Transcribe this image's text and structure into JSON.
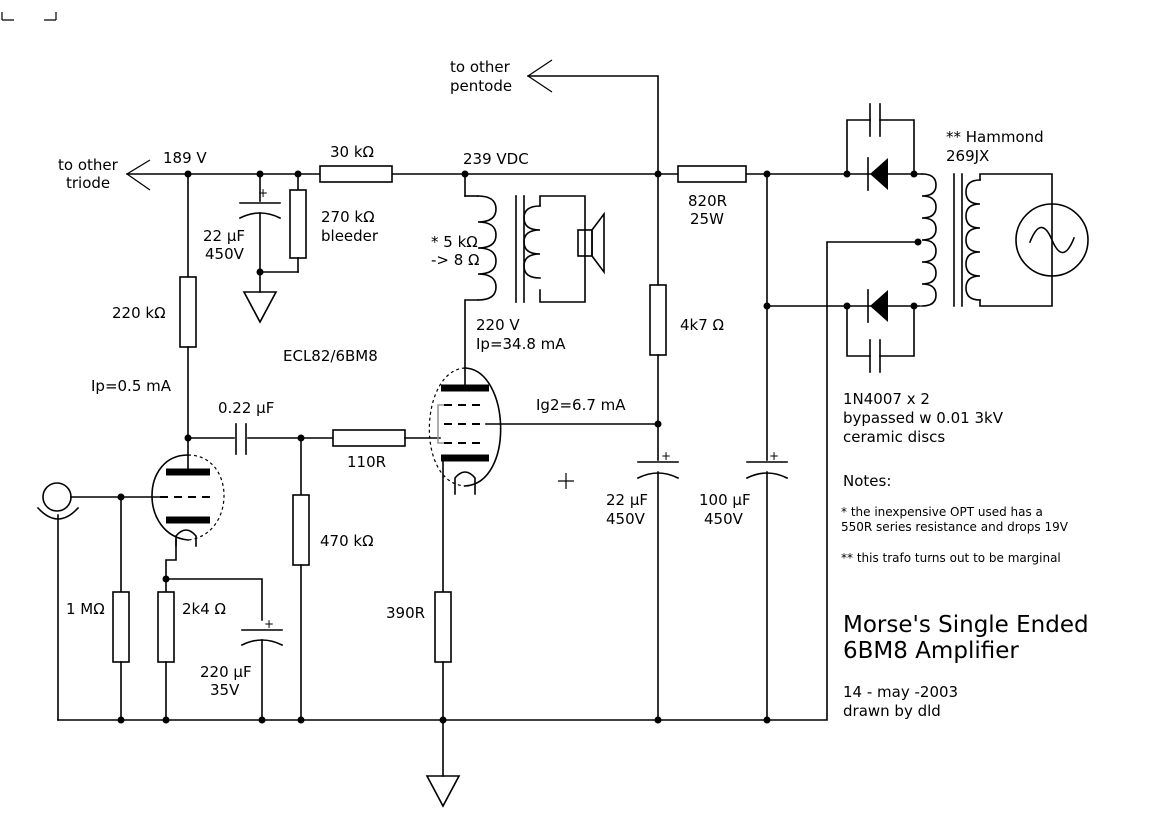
{
  "labels": {
    "to_other_pentode_1": "to other",
    "to_other_pentode_2": "pentode",
    "to_other_triode_1": "to other",
    "to_other_triode_2": "triode",
    "v189": "189 V",
    "r30k": "30 kΩ",
    "v239": "239 VDC",
    "r820": "820R",
    "w25": "25W",
    "hammond_1": "** Hammond",
    "hammond_2": "269JX",
    "c22_1": "22 µF",
    "c22_1v": "450V",
    "r270k": "270 kΩ",
    "bleeder": "bleeder",
    "opt_1": "* 5 kΩ",
    "opt_2": "-> 8 Ω",
    "r220k": "220 kΩ",
    "tube": "ECL82/6BM8",
    "v220": "220 V",
    "ip_pent": "Ip=34.8 mA",
    "r4k7": "4k7 Ω",
    "diodes_1": "1N4007 x 2",
    "diodes_2": "bypassed w 0.01 3kV",
    "diodes_3": "ceramic discs",
    "ip_tri": "Ip=0.5 mA",
    "c022": "0.22 µF",
    "ig2": "Ig2=6.7 mA",
    "r110": "110R",
    "c22_2": "22 µF",
    "c22_2v": "450V",
    "c100": "100 µF",
    "c100v": "450V",
    "notes_head": "Notes:",
    "note1_1": "* the inexpensive OPT used has a",
    "note1_2": "550R series resistance and drops 19V",
    "note2": "** this trafo turns out to be marginal",
    "r470k": "470 kΩ",
    "r1m": "1 MΩ",
    "r2k4": "2k4 Ω",
    "r390": "390R",
    "c220": "220 µF",
    "c220v": "35V",
    "title_1": "Morse's Single Ended",
    "title_2": "6BM8 Amplifier",
    "date": "14 - may -2003",
    "author": "drawn by dld",
    "plus": "+"
  }
}
